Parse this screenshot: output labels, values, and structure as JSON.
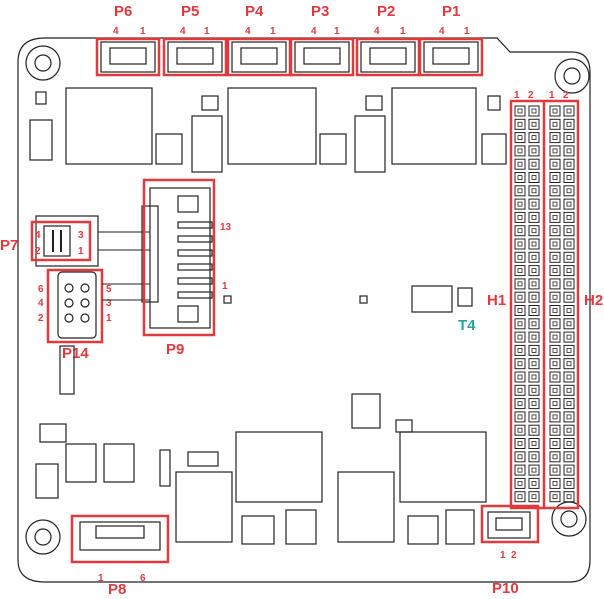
{
  "connectors": [
    {
      "id": "P6",
      "label": "P6",
      "pin_left": "4",
      "pin_right": "1"
    },
    {
      "id": "P5",
      "label": "P5",
      "pin_left": "4",
      "pin_right": "1"
    },
    {
      "id": "P4",
      "label": "P4",
      "pin_left": "4",
      "pin_right": "1"
    },
    {
      "id": "P3",
      "label": "P3",
      "pin_left": "4",
      "pin_right": "1"
    },
    {
      "id": "P2",
      "label": "P2",
      "pin_left": "4",
      "pin_right": "1"
    },
    {
      "id": "P1",
      "label": "P1",
      "pin_left": "4",
      "pin_right": "1"
    }
  ],
  "p7": {
    "label": "P7",
    "pins": [
      "4",
      "3",
      "2",
      "1"
    ]
  },
  "p14": {
    "label": "P14",
    "pins": [
      "6",
      "5",
      "4",
      "3",
      "2",
      "1"
    ]
  },
  "p9": {
    "label": "P9",
    "pin_top": "13",
    "pin_bottom": "1"
  },
  "p8": {
    "label": "P8",
    "pin_left": "1",
    "pin_right": "6"
  },
  "p10": {
    "label": "P10",
    "pin_left": "1",
    "pin_right": "2"
  },
  "h1": {
    "label": "H1",
    "pin_a": "1",
    "pin_b": "2"
  },
  "h2": {
    "label": "H2",
    "pin_a": "1",
    "pin_b": "2"
  },
  "t4": {
    "label": "T4"
  },
  "colors": {
    "highlight": "#e0393e",
    "outline": "#222222",
    "teal": "#2aa59a"
  }
}
